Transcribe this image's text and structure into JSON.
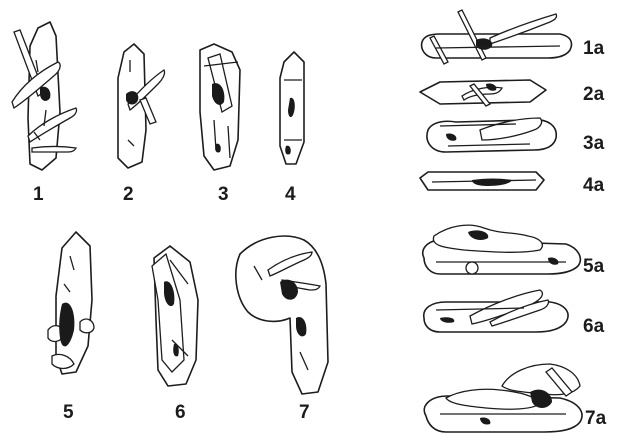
{
  "figure": {
    "labels_left": [
      "1",
      "2",
      "3",
      "4",
      "5",
      "6",
      "7"
    ],
    "labels_right": [
      "1a",
      "2a",
      "3a",
      "4a",
      "5a",
      "6a",
      "7a"
    ],
    "ink_color": "#1d1d1d",
    "background": "#ffffff"
  }
}
